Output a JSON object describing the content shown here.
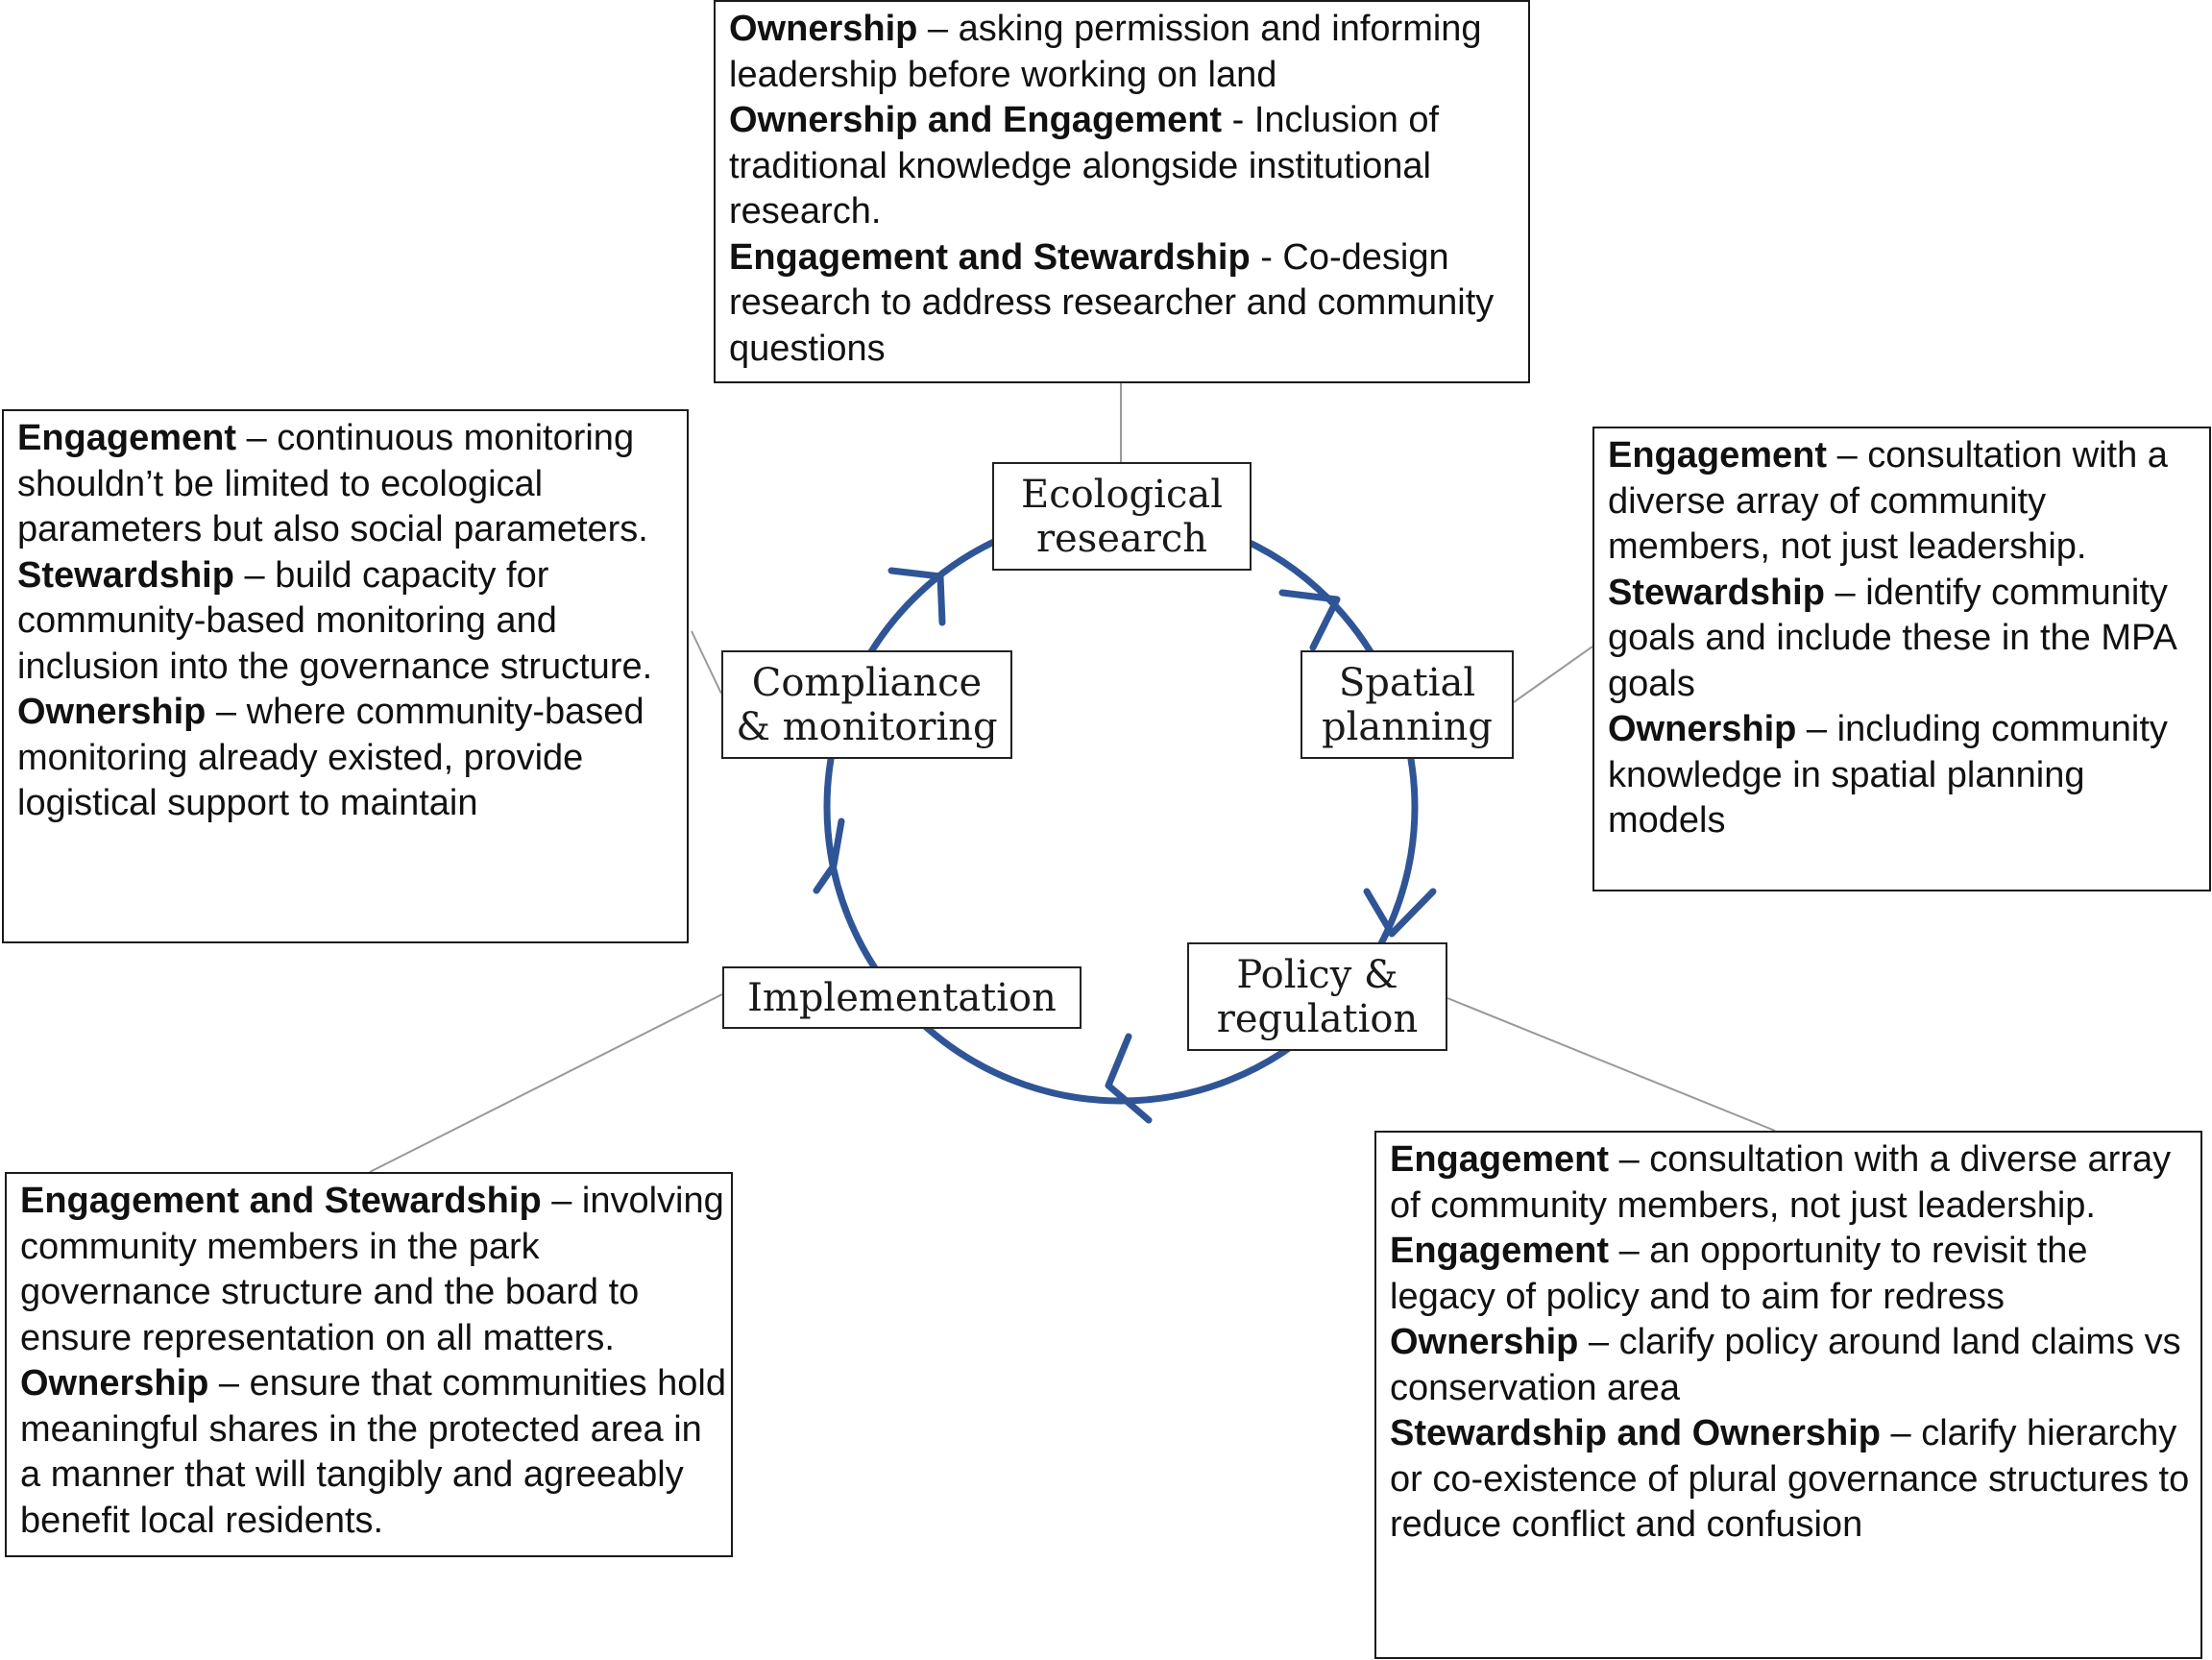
{
  "colors": {
    "cycle": "#2f5597",
    "connector": "#999999",
    "border": "#1a1a1a"
  },
  "stages": {
    "ecological_research": "Ecological\nresearch",
    "spatial_planning": "Spatial\nplanning",
    "policy_regulation": "Policy &\nregulation",
    "implementation": "Implementation",
    "compliance_monitoring": "Compliance\n& monitoring"
  },
  "boxes": {
    "top": [
      {
        "label": "Ownership",
        "text": " – asking permission and informing leadership before working on land"
      },
      {
        "label": "Ownership and Engagement",
        "text": " - Inclusion of traditional knowledge alongside institutional research."
      },
      {
        "label": "Engagement and Stewardship",
        "text": " - Co-design research to address researcher and community questions"
      }
    ],
    "left": [
      {
        "label": "Engagement",
        "text": " – continuous monitoring shouldn’t be limited to ecological parameters but also social parameters."
      },
      {
        "label": "Stewardship",
        "text": " – build capacity for community-based monitoring and inclusion into the governance structure."
      },
      {
        "label": "Ownership",
        "text": " – where community-based monitoring already existed, provide logistical support to maintain"
      }
    ],
    "right": [
      {
        "label": "Engagement",
        "text": " – consultation with a diverse array of community members, not just leadership."
      },
      {
        "label": "Stewardship",
        "text": " – identify community goals and include these in the MPA goals"
      },
      {
        "label": "Ownership",
        "text": " – including community knowledge in spatial planning models"
      }
    ],
    "bottom_left": [
      {
        "label": "Engagement and Stewardship",
        "text": " – involving community members in the park governance structure and the board to ensure representation on all matters."
      },
      {
        "label": "Ownership",
        "text": " – ensure that communities hold meaningful shares in the protected area in a manner that will tangibly and agreeably benefit local residents."
      }
    ],
    "bottom_right": [
      {
        "label": "Engagement",
        "text": " – consultation with a diverse array of community members, not just leadership."
      },
      {
        "label": "Engagement",
        "text": " – an opportunity to revisit the legacy of policy and to aim for redress"
      },
      {
        "label": "Ownership",
        "text": " – clarify policy around land claims vs conservation area"
      },
      {
        "label": "Stewardship and Ownership",
        "text": " – clarify hierarchy or co-existence of plural governance structures to reduce conflict and confusion"
      }
    ]
  }
}
